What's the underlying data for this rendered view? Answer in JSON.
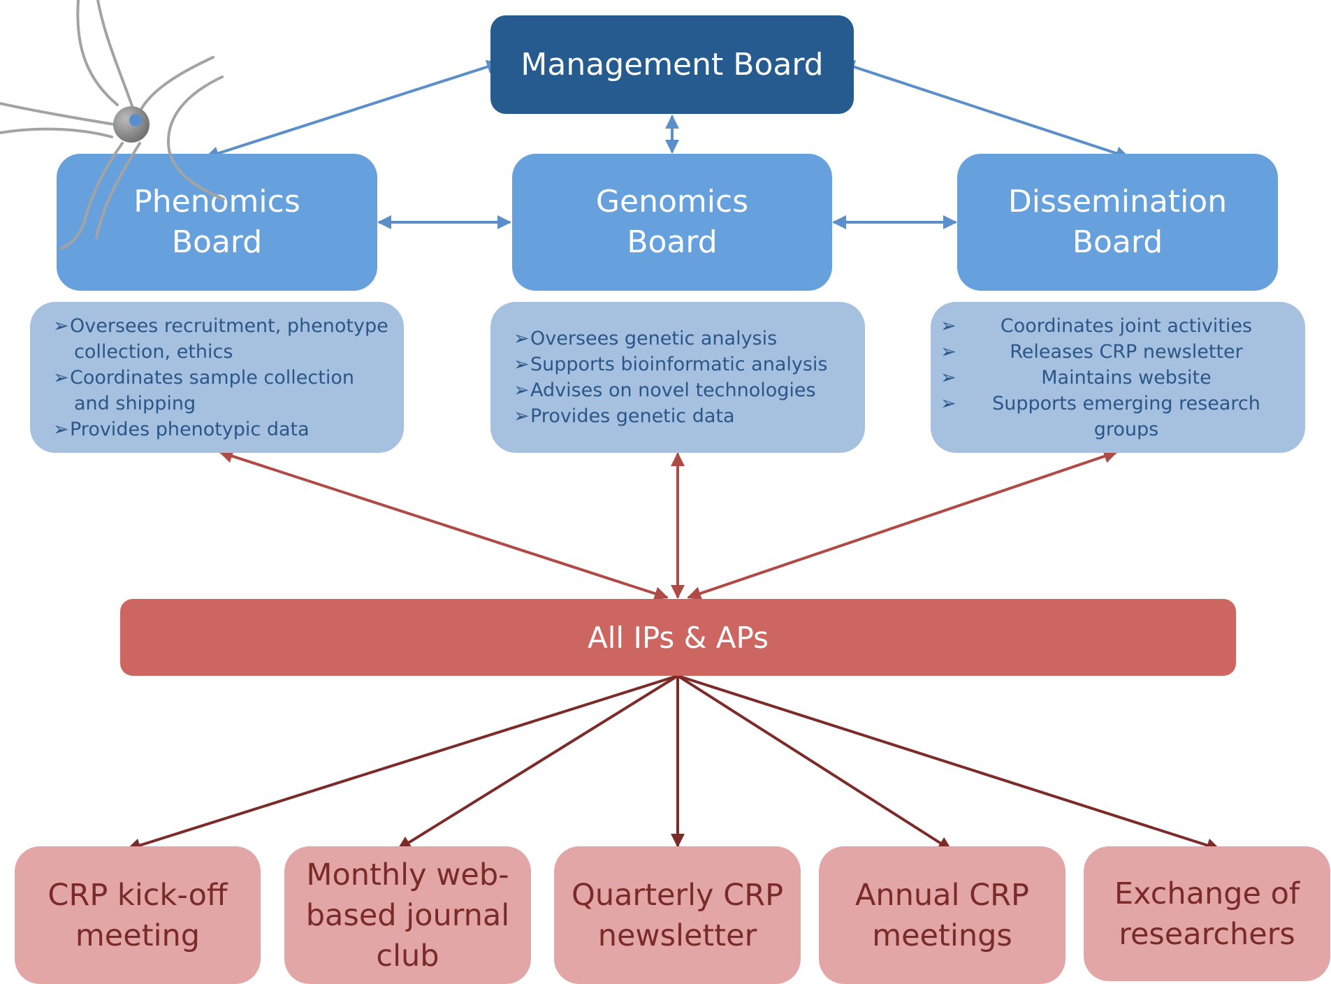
{
  "management_board": {
    "label": "Management Board"
  },
  "boards": [
    {
      "id": "phenomics",
      "lines": [
        "Phenomics",
        "Board"
      ]
    },
    {
      "id": "genomics",
      "lines": [
        "Genomics",
        "Board"
      ]
    },
    {
      "id": "dissemination",
      "lines": [
        "Dissemination",
        "Board"
      ]
    }
  ],
  "board_duties": {
    "bullet": "➢",
    "phenomics": [
      "Oversees recruitment, phenotype",
      "collection, ethics",
      "Coordinates sample collection",
      "and shipping",
      "Provides phenotypic data"
    ],
    "genomics": [
      "Oversees genetic analysis",
      "Supports bioinformatic analysis",
      "Advises on novel technologies",
      "Provides genetic data"
    ],
    "dissemination": [
      "Coordinates joint activities",
      "Releases CRP newsletter",
      "Maintains website",
      "Supports emerging research groups"
    ]
  },
  "partners": {
    "label": "All IPs & APs"
  },
  "activities": [
    {
      "lines": [
        "CRP kick-off",
        "meeting"
      ]
    },
    {
      "lines": [
        "Monthly web-",
        "based journal",
        "club"
      ]
    },
    {
      "lines": [
        "Quarterly CRP",
        "newsletter"
      ]
    },
    {
      "lines": [
        "Annual CRP",
        "meetings"
      ]
    },
    {
      "lines": [
        "Exchange of",
        "researchers"
      ]
    }
  ],
  "colors": {
    "management": "#265b8f",
    "board": "#67a1dd",
    "duties": "#a6c0e0",
    "partners": "#cd6560",
    "activity": "#e1a6a5",
    "blue_arrow": "#5b8fc9",
    "red_arrow": "#b04a44",
    "dark_red_arrow": "#7b2c29"
  }
}
